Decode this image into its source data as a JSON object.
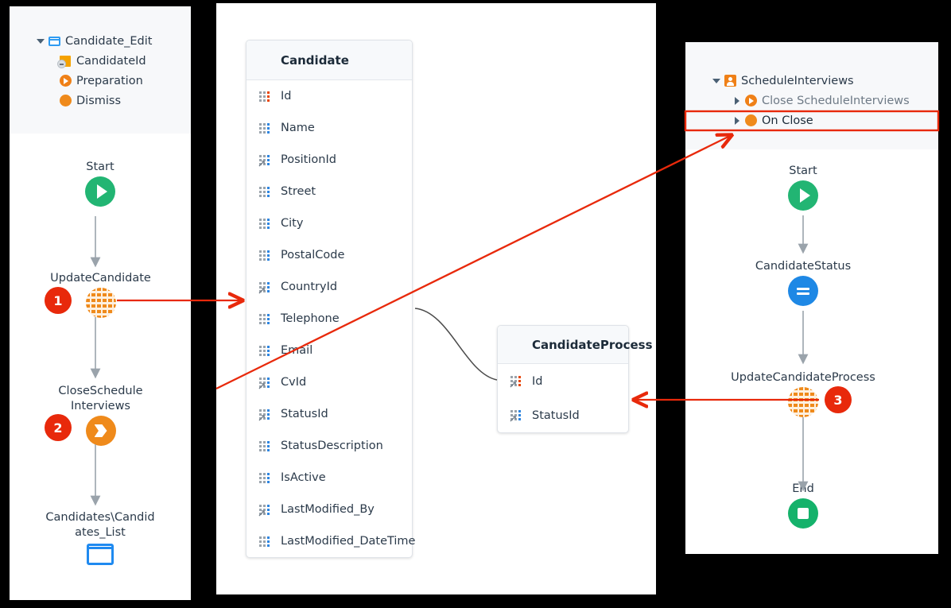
{
  "left_panel": {
    "tree": [
      {
        "label": "Candidate_Edit",
        "icon": "window-icon",
        "caret": "down",
        "indent": 0
      },
      {
        "label": "CandidateId",
        "icon": "parameter-icon",
        "caret": "none",
        "indent": 1
      },
      {
        "label": "Preparation",
        "icon": "action-icon",
        "caret": "none",
        "indent": 1
      },
      {
        "label": "Dismiss",
        "icon": "event-dot-icon",
        "caret": "none",
        "indent": 1
      }
    ],
    "flow": [
      {
        "label": "Start",
        "shape": "start"
      },
      {
        "label": "UpdateCandidate",
        "shape": "server-action",
        "badge": "1"
      },
      {
        "label": "CloseSchedule\nInterviews",
        "shape": "close-action",
        "badge": "2"
      },
      {
        "label": "Candidates\\Candid\nates_List",
        "shape": "screen"
      }
    ]
  },
  "middle_panel": {
    "entities": [
      {
        "name": "Candidate",
        "icon": "entity-grid-icon",
        "attributes": [
          {
            "name": "Id",
            "type": "primary-key"
          },
          {
            "name": "Name",
            "type": "plain"
          },
          {
            "name": "PositionId",
            "type": "foreign-key"
          },
          {
            "name": "Street",
            "type": "plain"
          },
          {
            "name": "City",
            "type": "plain"
          },
          {
            "name": "PostalCode",
            "type": "plain"
          },
          {
            "name": "CountryId",
            "type": "foreign-key"
          },
          {
            "name": "Telephone",
            "type": "plain"
          },
          {
            "name": "Email",
            "type": "plain"
          },
          {
            "name": "CvId",
            "type": "foreign-key"
          },
          {
            "name": "StatusId",
            "type": "foreign-key"
          },
          {
            "name": "StatusDescription",
            "type": "plain"
          },
          {
            "name": "IsActive",
            "type": "plain"
          },
          {
            "name": "LastModified_By",
            "type": "foreign-key"
          },
          {
            "name": "LastModified_DateTime",
            "type": "plain"
          }
        ]
      },
      {
        "name": "CandidateProcess",
        "icon": "entity-grid-icon",
        "attributes": [
          {
            "name": "Id",
            "type": "primary-foreign-key"
          },
          {
            "name": "StatusId",
            "type": "foreign-key"
          }
        ]
      }
    ]
  },
  "right_panel": {
    "tree": [
      {
        "label": "ScheduleInterviews",
        "icon": "webblock-icon",
        "caret": "down",
        "indent": 0,
        "highlighted": false
      },
      {
        "label": "Close ScheduleInterviews",
        "icon": "action-icon",
        "caret": "right",
        "indent": 1,
        "highlighted": false
      },
      {
        "label": "On Close",
        "icon": "event-dot-icon",
        "caret": "right",
        "indent": 1,
        "highlighted": true
      }
    ],
    "flow": [
      {
        "label": "Start",
        "shape": "start"
      },
      {
        "label": "CandidateStatus",
        "shape": "assign"
      },
      {
        "label": "UpdateCandidateProcess",
        "shape": "server-action",
        "badge": "3"
      },
      {
        "label": "End",
        "shape": "end"
      }
    ]
  },
  "annotations": {
    "arrow_color": "#e8290b",
    "highlight_color": "#e8290b",
    "arrows": [
      {
        "name": "arrow-1-updatecandidate-to-candidate-entity"
      },
      {
        "name": "arrow-2-closescheduleinterviews-to-on-close"
      },
      {
        "name": "arrow-3-updatecandidateprocess-to-candidateprocess-entity"
      }
    ]
  },
  "colors": {
    "green": "#22b573",
    "orange": "#ef8a1b",
    "blue": "#1e88e5",
    "screen_blue": "#1f8af0",
    "red": "#e8290b",
    "text": "#2b3a4a"
  }
}
